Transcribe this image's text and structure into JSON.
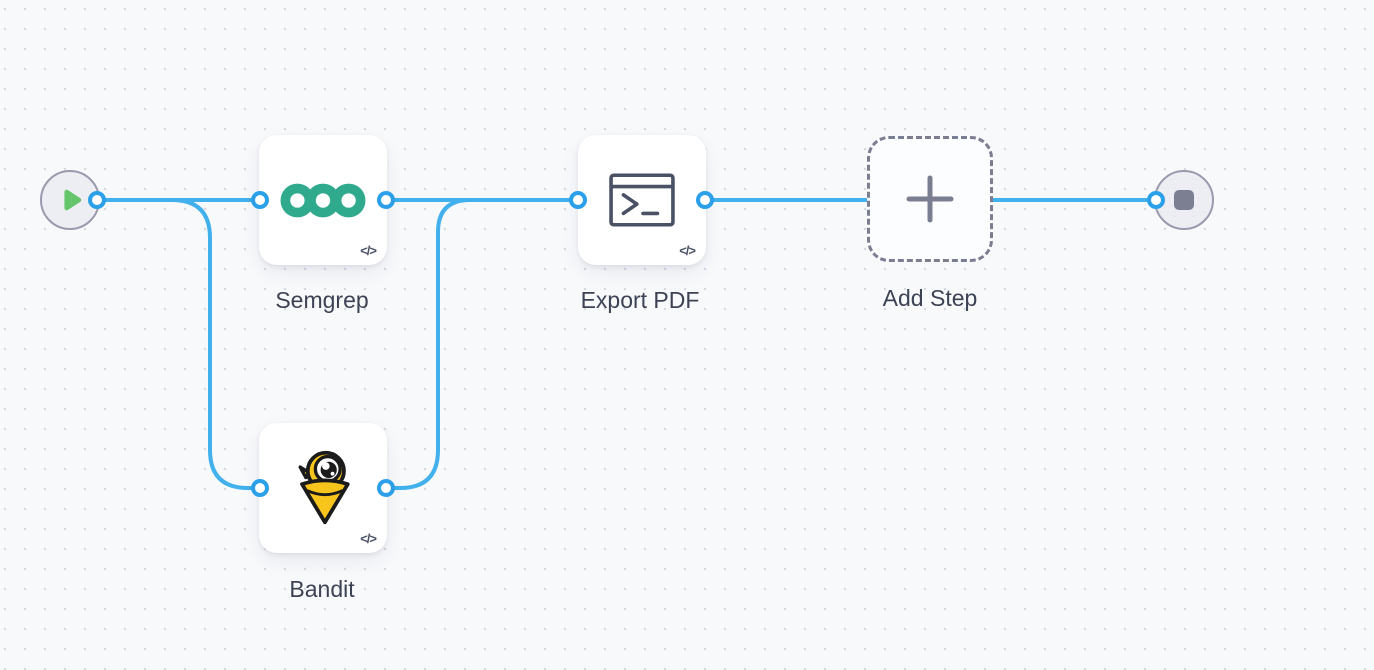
{
  "workflow": {
    "nodes": [
      {
        "id": "start",
        "kind": "start-trigger",
        "icon": "play-icon"
      },
      {
        "id": "semgrep",
        "kind": "step",
        "label": "Semgrep",
        "icon": "semgrep-logo",
        "badge": "</>"
      },
      {
        "id": "bandit",
        "kind": "step",
        "label": "Bandit",
        "icon": "bandit-logo",
        "badge": "</>"
      },
      {
        "id": "export_pdf",
        "kind": "step",
        "label": "Export PDF",
        "icon": "terminal-icon",
        "badge": "</>"
      },
      {
        "id": "add_step",
        "kind": "placeholder",
        "label": "Add Step",
        "icon": "plus-icon"
      },
      {
        "id": "end",
        "kind": "end-terminal",
        "icon": "stop-icon"
      }
    ],
    "edges": [
      {
        "from": "start",
        "to": "semgrep"
      },
      {
        "from": "start",
        "to": "bandit"
      },
      {
        "from": "semgrep",
        "to": "export_pdf"
      },
      {
        "from": "bandit",
        "to": "export_pdf"
      },
      {
        "from": "export_pdf",
        "to": "end"
      }
    ],
    "colors": {
      "canvas_background": "#f8f9fb",
      "grid_dot": "#d7d8e0",
      "edge_blue": "#41b0ec",
      "handle_blue": "#2ba0e8",
      "semgrep_green": "#2faa8d",
      "bandit_yellow": "#f8c51c",
      "play_green": "#64c56a",
      "stop_gray": "#7c7e92",
      "label_text": "#3d4254",
      "dashed_border": "#7b7d91"
    }
  }
}
